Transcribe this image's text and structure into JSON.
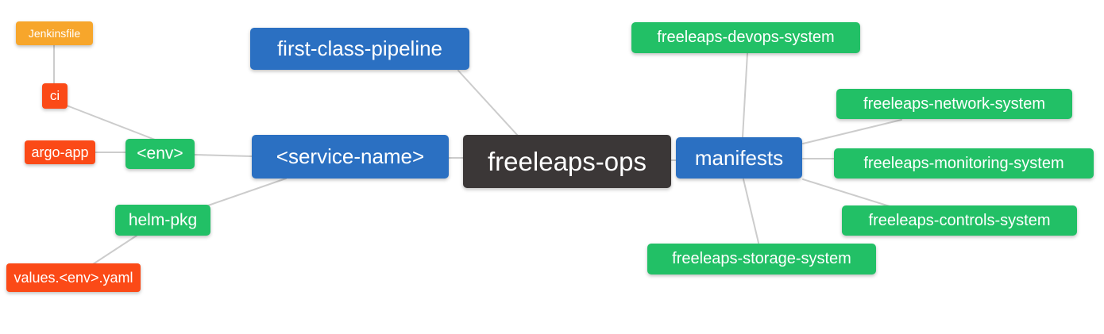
{
  "palette": {
    "root_bg": "#3B3737",
    "branch_blue_bg": "#2B70C2",
    "leaf_green_bg": "#22C066",
    "leaf_red_bg": "#FB4A17",
    "leaf_orange_bg": "#F7A62B",
    "edge_color": "#CCCCCC",
    "node_text": "#FFFFFF",
    "canvas_bg": "#FFFFFF"
  },
  "mindmap": {
    "root": {
      "label": "freeleaps-ops"
    },
    "nodes": {
      "jenkinsfile": {
        "label": "Jenkinsfile"
      },
      "ci": {
        "label": "ci"
      },
      "argo_app": {
        "label": "argo-app"
      },
      "env": {
        "label": "<env>"
      },
      "service_name": {
        "label": "<service-name>"
      },
      "first_class_pipeline": {
        "label": "first-class-pipeline"
      },
      "helm_pkg": {
        "label": "helm-pkg"
      },
      "values_env_yaml": {
        "label": "values.<env>.yaml"
      },
      "manifests": {
        "label": "manifests"
      },
      "devops_system": {
        "label": "freeleaps-devops-system"
      },
      "network_system": {
        "label": "freeleaps-network-system"
      },
      "monitoring_system": {
        "label": "freeleaps-monitoring-system"
      },
      "controls_system": {
        "label": "freeleaps-controls-system"
      },
      "storage_system": {
        "label": "freeleaps-storage-system"
      }
    },
    "edges": [
      {
        "from": "jenkinsfile",
        "to": "ci"
      },
      {
        "from": "ci",
        "to": "env"
      },
      {
        "from": "argo_app",
        "to": "env"
      },
      {
        "from": "env",
        "to": "service_name"
      },
      {
        "from": "helm_pkg",
        "to": "service_name"
      },
      {
        "from": "values_env_yaml",
        "to": "helm_pkg"
      },
      {
        "from": "first_class_pipeline",
        "to": "freeleaps_ops"
      },
      {
        "from": "service_name",
        "to": "freeleaps_ops"
      },
      {
        "from": "freeleaps_ops",
        "to": "manifests"
      },
      {
        "from": "manifests",
        "to": "devops_system"
      },
      {
        "from": "manifests",
        "to": "network_system"
      },
      {
        "from": "manifests",
        "to": "monitoring_system"
      },
      {
        "from": "manifests",
        "to": "controls_system"
      },
      {
        "from": "manifests",
        "to": "storage_system"
      }
    ]
  }
}
